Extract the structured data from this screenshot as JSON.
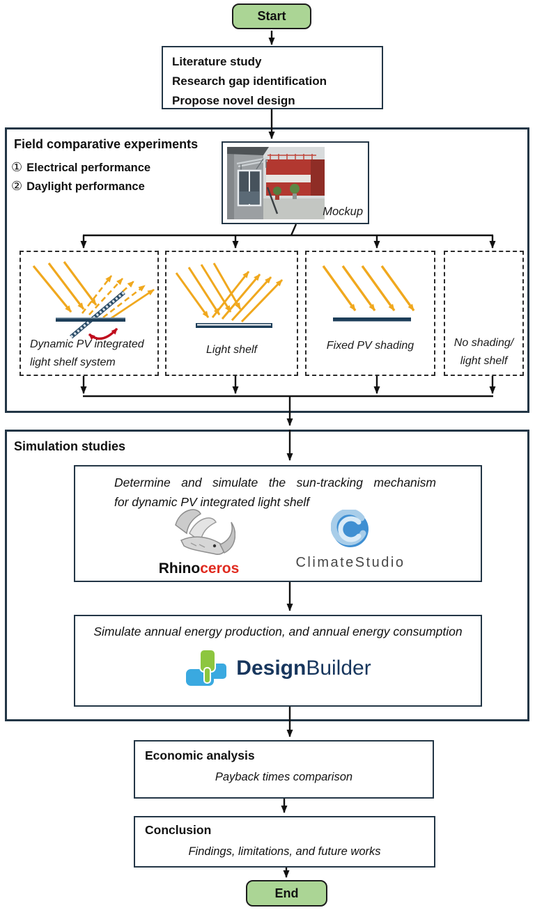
{
  "flow": {
    "start_label": "Start",
    "end_label": "End",
    "literature": {
      "lines": [
        "Literature study",
        "Research gap identification",
        "Propose novel design"
      ]
    },
    "field": {
      "title": "Field comparative experiments",
      "items": [
        {
          "num": "①",
          "label": "Electrical performance"
        },
        {
          "num": "②",
          "label": "Daylight performance"
        }
      ],
      "mockup_label": "Mockup",
      "branches": [
        {
          "lines": [
            "Dynamic PV integrated",
            "light shelf system"
          ]
        },
        {
          "lines": [
            "Light shelf"
          ]
        },
        {
          "lines": [
            "Fixed PV shading"
          ]
        },
        {
          "lines": [
            "No shading/",
            "light shelf"
          ]
        }
      ]
    },
    "simulation": {
      "title": "Simulation studies",
      "step1": {
        "line1": "Determine and simulate the sun-tracking mechanism",
        "line2": "for dynamic PV integrated light shelf",
        "rhino_black": "Rhino",
        "rhino_red": "ceros",
        "climate_label": "ClimateStudio"
      },
      "step2": {
        "text": "Simulate annual energy production, and annual energy consumption",
        "db_bold": "Design",
        "db_regular": "Builder"
      }
    },
    "economic": {
      "title": "Economic analysis",
      "subtitle": "Payback times comparison"
    },
    "conclusion": {
      "title": "Conclusion",
      "subtitle": "Findings, limitations, and future works"
    }
  },
  "colors": {
    "terminal_fill": "#abd595",
    "box_border": "#233646",
    "arrow": "#111111",
    "ray_yellow": "#f0a81e",
    "shelf_navy": "#1d3e59",
    "rotation_red": "#c00d1d",
    "rhino_red": "#e02b20",
    "climate_blue": "#3f8fd2",
    "designbuilder_green": "#8dc63f",
    "designbuilder_blue": "#3aa9e0",
    "designbuilder_navy": "#17365d"
  }
}
